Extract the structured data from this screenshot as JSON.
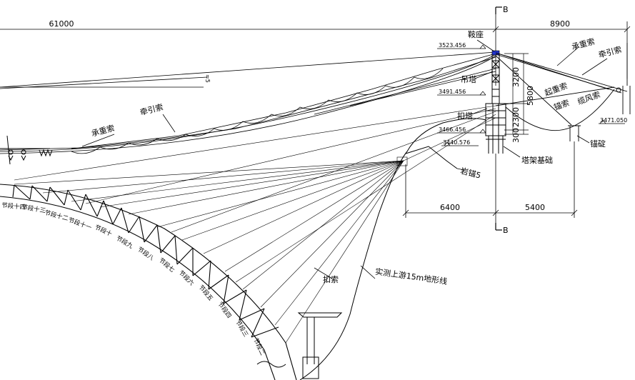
{
  "dimensions": {
    "span_left": "61000",
    "span_right": "8900",
    "h_3200": "3200",
    "h_5800": "5800",
    "h_2300": "2300",
    "h_300": "300",
    "base_left": "6400",
    "base_right": "5400"
  },
  "elevations": {
    "top": "3523.456",
    "mid": "3491.456",
    "cap": "3466.456",
    "lower": "3440.576",
    "right": "3471.050"
  },
  "section_marks": {
    "top": "B",
    "bottom": "B"
  },
  "labels": {
    "saddle": "鞍座",
    "hoist_tower": "吊塔",
    "buckle_tower": "扣塔",
    "tower_foundation": "塔架基础",
    "main_cable_right": "承重索",
    "traction_right": "牵引索",
    "lifting_cable": "起重索",
    "anchor_cable": "锚索",
    "wind_cable": "缆风索",
    "anchor_block": "锚碇",
    "traction_left": "牵引索",
    "main_cable_left": "承重索",
    "anchor_5": "岩锚5",
    "buckle_cable": "扣索",
    "terrain": "实测上游15m地形线"
  },
  "arch_segments": [
    "节段十四",
    "节段十三",
    "节段十二",
    "节段十一",
    "节段十",
    "节段九",
    "节段八",
    "节段七",
    "节段六",
    "节段五",
    "节段四",
    "节段三",
    "节段二"
  ],
  "cable_count_marker": "≈5"
}
